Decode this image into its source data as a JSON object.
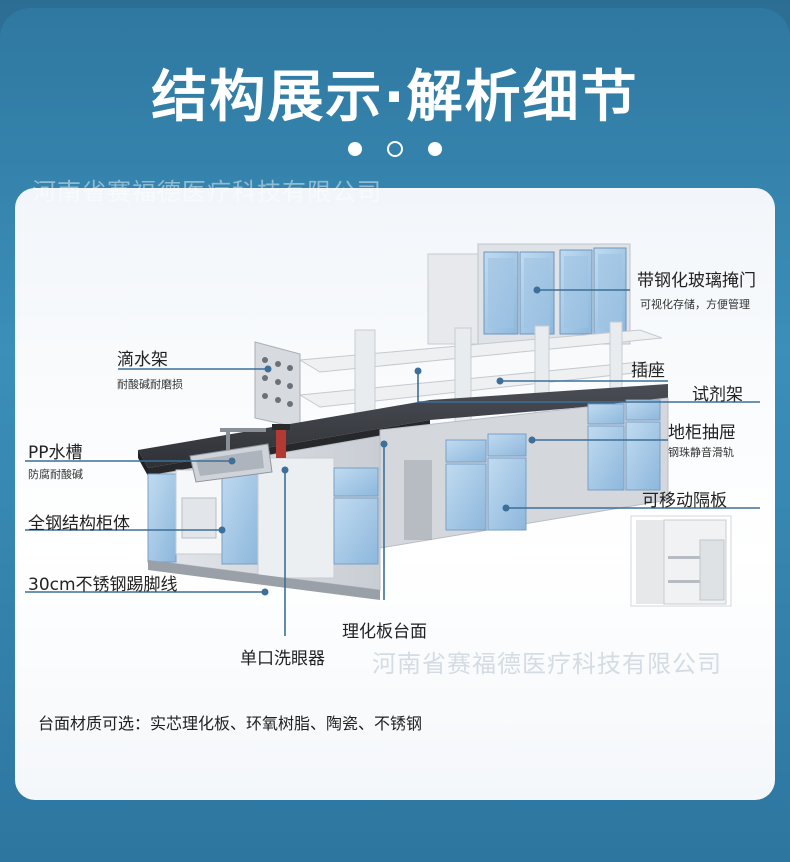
{
  "header": {
    "title": "结构展示·解析细节"
  },
  "watermark": {
    "text": "河南省赛福德医疗科技有限公司"
  },
  "labels": {
    "glass_door": "带钢化玻璃掩门",
    "glass_door_sub": "可视化存储，方便管理",
    "drip_rack": "滴水架",
    "drip_rack_sub": "耐酸碱耐磨损",
    "socket": "插座",
    "reagent_rack": "试剂架",
    "pp_sink": "PP水槽",
    "pp_sink_sub": "防腐耐酸碱",
    "drawer": "地柜抽屉",
    "drawer_sub": "钢珠静音滑轨",
    "movable_shelf": "可移动隔板",
    "steel_cabinet": "全钢结构柜体",
    "kick_line": "30cm不锈钢踢脚线",
    "countertop": "理化板台面",
    "eyewash": "单口洗眼器"
  },
  "footnote": "台面材质可选：实芯理化板、环氧树脂、陶瓷、不锈钢",
  "colors": {
    "accent": "#2f7aa3",
    "cabinet_blue": "#a9cbe8",
    "top_dark": "#3d3f45"
  }
}
